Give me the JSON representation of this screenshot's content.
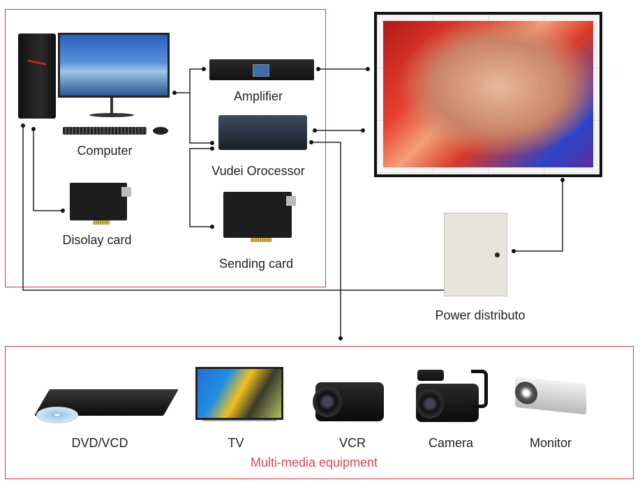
{
  "control_group": {
    "computer_label": "Computer",
    "display_card_label": "Disolay card",
    "amplifier_label": "Amplifier",
    "processor_label": "Vudei Orocessor",
    "sending_card_label": "Sending card"
  },
  "power_label": "Power distributo",
  "media_group": {
    "title": "Multi-media equipment",
    "items": [
      {
        "label": "DVD/VCD"
      },
      {
        "label": "TV"
      },
      {
        "label": "VCR"
      },
      {
        "label": "Camera"
      },
      {
        "label": "Monitor"
      }
    ]
  },
  "colors": {
    "frame": "#d9363e",
    "title": "#e0474c",
    "wire": "#222222"
  }
}
